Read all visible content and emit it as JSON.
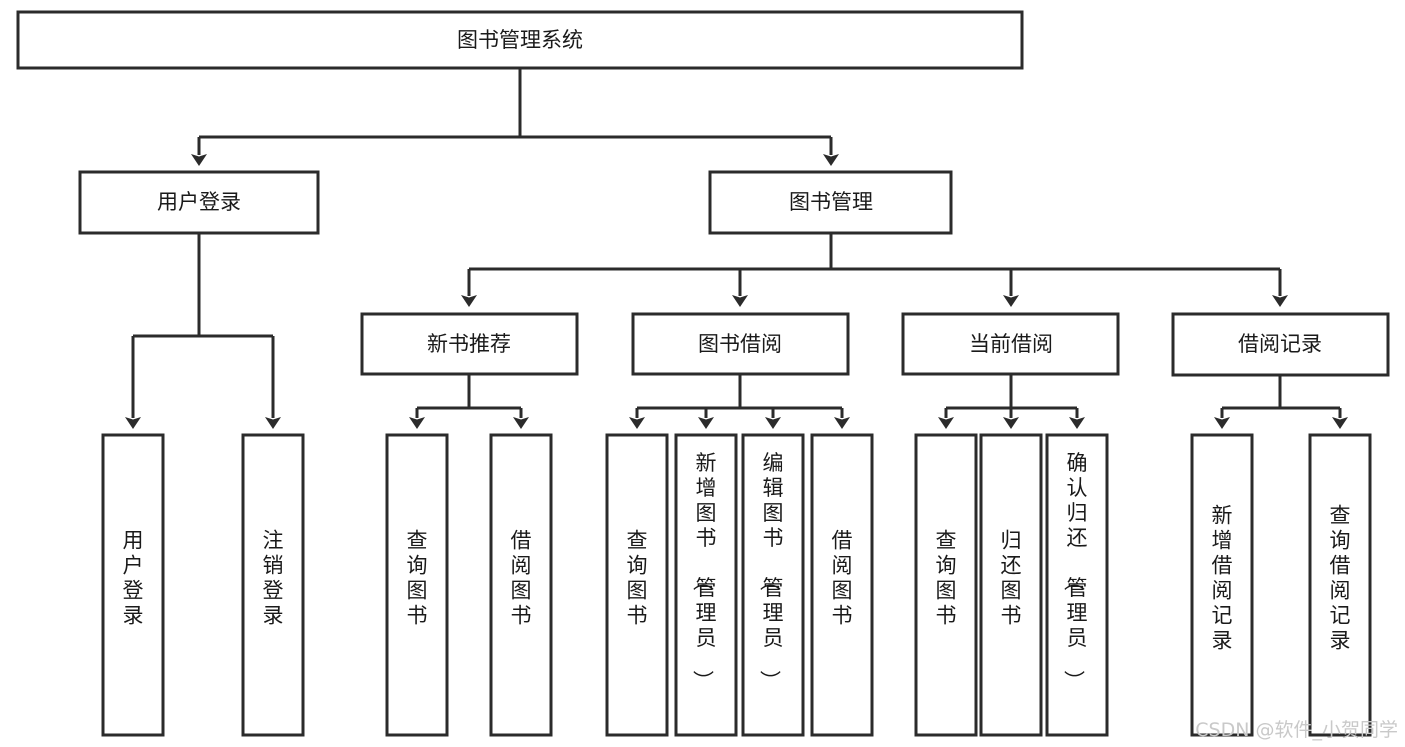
{
  "diagram": {
    "title": "图书管理系统",
    "type": "tree-hierarchy-diagram",
    "colors": {
      "box_fill": "#ffffff",
      "box_stroke": "#2b2b2b",
      "text": "#1a1a1a",
      "watermark": "#c9c9c9",
      "background": "#ffffff"
    },
    "root": {
      "label": "图书管理系统"
    },
    "level2": [
      {
        "label": "用户登录"
      },
      {
        "label": "图书管理"
      }
    ],
    "level3": [
      {
        "label": "新书推荐"
      },
      {
        "label": "图书借阅"
      },
      {
        "label": "当前借阅"
      },
      {
        "label": "借阅记录"
      }
    ],
    "leaves": {
      "user_login": [
        {
          "label": "用户登录"
        },
        {
          "label": "注销登录"
        }
      ],
      "new_book_recommend": [
        {
          "label": "查询图书"
        },
        {
          "label": "借阅图书"
        }
      ],
      "book_borrow": [
        {
          "label": "查询图书"
        },
        {
          "label": "新增图书（管理员）"
        },
        {
          "label": "编辑图书（管理员）"
        },
        {
          "label": "借阅图书"
        }
      ],
      "current_borrow": [
        {
          "label": "查询图书"
        },
        {
          "label": "归还图书"
        },
        {
          "label": "确认归还（管理员）"
        }
      ],
      "borrow_record": [
        {
          "label": "新增借阅记录"
        },
        {
          "label": "查询借阅记录"
        }
      ]
    },
    "watermark": "CSDN @软件_小贺同学"
  }
}
